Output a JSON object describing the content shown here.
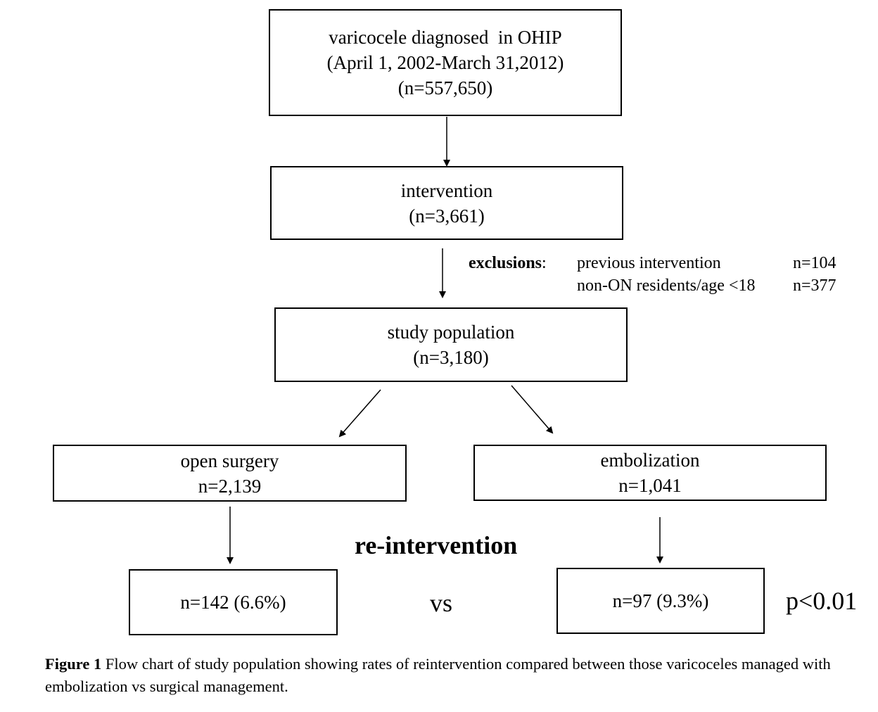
{
  "boxes": {
    "diagnosed": {
      "line1": "varicocele diagnosed  in OHIP",
      "line2": "(April 1, 2002-March 31,2012)",
      "line3": "(n=557,650)"
    },
    "intervention": {
      "line1": "intervention",
      "line2": "(n=3,661)"
    },
    "study": {
      "line1": "study population",
      "line2": "(n=3,180)"
    },
    "open_surgery": {
      "line1": "open surgery",
      "line2": "n=2,139"
    },
    "embolization": {
      "line1": "embolization",
      "line2": "n=1,041"
    },
    "reint_surgery": {
      "line1": "n=142 (6.6%)"
    },
    "reint_embol": {
      "line1": "n=97 (9.3%)"
    }
  },
  "exclusions": {
    "label": "exclusions",
    "colon": ":",
    "items": [
      {
        "reason": "previous intervention",
        "count": "n=104"
      },
      {
        "reason": "non-ON residents/age <18",
        "count": "n=377"
      }
    ]
  },
  "reintervention_heading": "re-intervention",
  "vs_label": "vs",
  "p_value": "p<0.01",
  "caption": {
    "label": "Figure 1",
    "text": " Flow chart of study population showing rates of reintervention compared between those varicoceles managed with embolization vs surgical management."
  }
}
